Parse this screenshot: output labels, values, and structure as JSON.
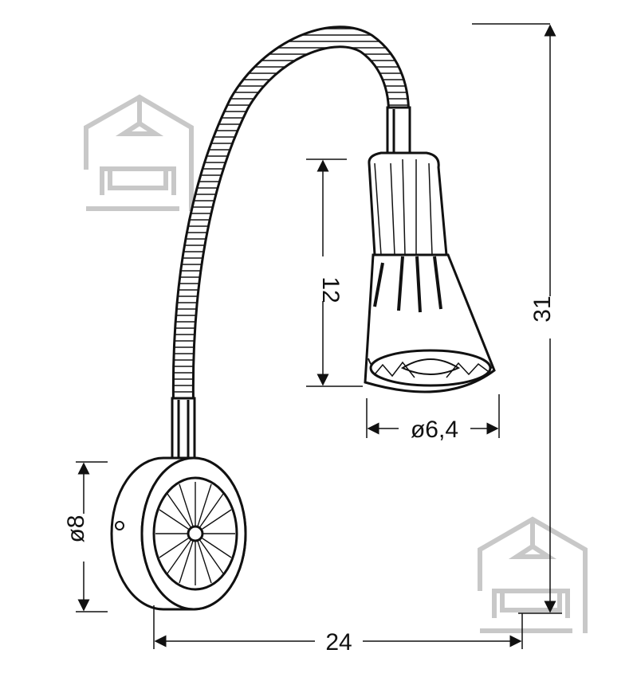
{
  "dimensions": {
    "height_total": "31",
    "shade_length": "12",
    "shade_diameter": "ø6,4",
    "base_diameter": "ø8",
    "width_total": "24"
  },
  "icons": {
    "logo_top": "house-logo-icon",
    "logo_bottom": "house-logo-icon"
  },
  "colors": {
    "line": "#111111",
    "logo": "#c8c8c8"
  }
}
